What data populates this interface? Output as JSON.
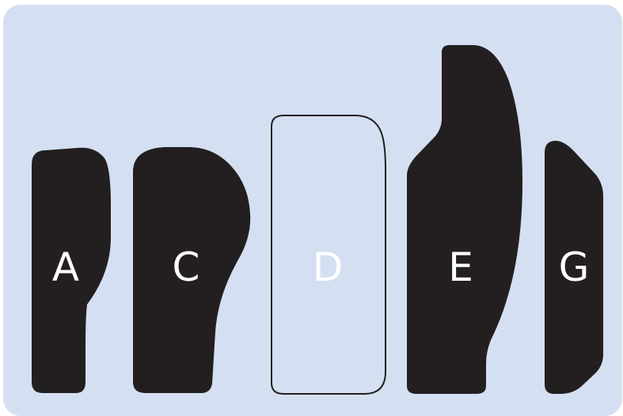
{
  "colors": {
    "panel_bg": "#d4e0f1",
    "shape_fill": "#231f20",
    "label_fill": "#ffffff",
    "outline_fill": "#d4e0f1"
  },
  "shapes": [
    {
      "id": "A",
      "label": "A",
      "style": "filled"
    },
    {
      "id": "C",
      "label": "C",
      "style": "filled"
    },
    {
      "id": "D",
      "label": "D",
      "style": "outline"
    },
    {
      "id": "E",
      "label": "E",
      "style": "filled"
    },
    {
      "id": "G",
      "label": "G",
      "style": "filled"
    }
  ]
}
